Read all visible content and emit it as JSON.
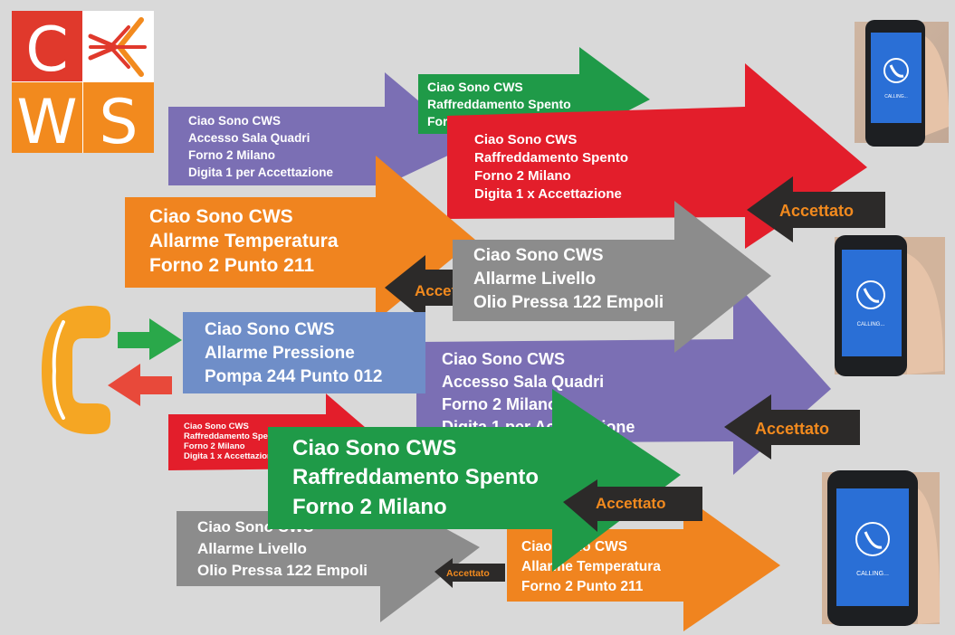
{
  "logo": {
    "letters": [
      "C",
      "W",
      "S"
    ],
    "colors": {
      "red": "#e0392c",
      "orange": "#f28a1e"
    }
  },
  "colors": {
    "purple": "#7b6fb4",
    "green": "#1f9a48",
    "red": "#e31e2b",
    "orange": "#f0841f",
    "gray": "#8c8c8c",
    "blue": "#6f8ec8",
    "dark": "#2c2a29",
    "accent": "#f28a1e"
  },
  "messages": {
    "purple_small": [
      "Ciao Sono CWS",
      "Accesso Sala Quadri",
      "Forno 2 Milano",
      "Digita 1 per Accettazione"
    ],
    "green_small": [
      "Ciao Sono CWS",
      "Raffreddamento Spento",
      "Forno 2 Milano"
    ],
    "red_top": [
      "Ciao Sono CWS",
      "Raffreddamento Spento",
      "Forno 2 Milano",
      "Digita 1 x Accettazione"
    ],
    "orange_big": [
      "Ciao Sono CWS",
      "Allarme Temperatura",
      "Forno 2 Punto 211"
    ],
    "gray_mid": [
      "Ciao Sono CWS",
      "Allarme Livello",
      "Olio Pressa 122 Empoli"
    ],
    "blue_mid": [
      "Ciao Sono CWS",
      "Allarme Pressione",
      "Pompa  244 Punto 012"
    ],
    "purple_mid": [
      "Ciao Sono CWS",
      "Accesso Sala Quadri",
      "Forno 2 Milano",
      "Digita 1 per Accettazione"
    ],
    "red_tiny": [
      "Ciao Sono CWS",
      "Raffreddamento Spento",
      "Forno 2 Milano",
      "Digita 1 x Accettazione"
    ],
    "green_big": [
      "Ciao Sono CWS",
      "Raffreddamento Spento",
      "Forno 2 Milano"
    ],
    "gray_bottom": [
      "Ciao Sono CWS",
      "Allarme Livello",
      "Olio Pressa 122 Empoli"
    ],
    "orange_bottom": [
      "Ciao Sono CWS",
      "Allarme Temperatura",
      "Forno 2 Punto 211"
    ]
  },
  "accepted_label": "Accettato",
  "phones": {
    "screen_text": "CALLING..."
  }
}
